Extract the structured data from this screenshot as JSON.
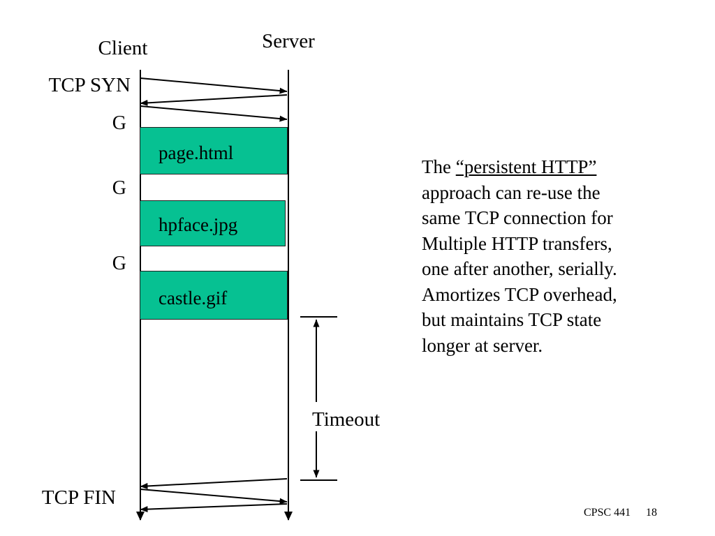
{
  "slide": {
    "headers": {
      "client": "Client",
      "server": "Server"
    },
    "stage_labels": {
      "tcp_syn": "TCP SYN",
      "tcp_fin": "TCP FIN"
    },
    "request_labels": [
      {
        "label": "G"
      },
      {
        "label": "G"
      },
      {
        "label": "G"
      }
    ],
    "packets": [
      {
        "name": "page.html",
        "label": "page.html"
      },
      {
        "name": "hpface.jpg",
        "label": "hpface.jpg"
      },
      {
        "name": "castle.gif",
        "label": "castle.gif"
      }
    ],
    "timeout": {
      "label": "Timeout"
    },
    "note": {
      "lines": [
        {
          "pre": "The ",
          "underlined": "“persistent HTTP”",
          "post": ""
        },
        {
          "pre": "approach can re-use the",
          "underlined": "",
          "post": ""
        },
        {
          "pre": "same TCP connection for",
          "underlined": "",
          "post": ""
        },
        {
          "pre": "Multiple HTTP transfers,",
          "underlined": "",
          "post": ""
        },
        {
          "pre": "one after another, serially.",
          "underlined": "",
          "post": ""
        },
        {
          "pre": "Amortizes TCP overhead,",
          "underlined": "",
          "post": ""
        },
        {
          "pre": "but maintains TCP state",
          "underlined": "",
          "post": ""
        },
        {
          "pre": "longer at server.",
          "underlined": "",
          "post": ""
        }
      ]
    },
    "footer": {
      "course": "CPSC 441",
      "page_number": "18"
    },
    "colors": {
      "packet_green": "#06c192",
      "line": "#000000",
      "background": "#ffffff"
    }
  }
}
